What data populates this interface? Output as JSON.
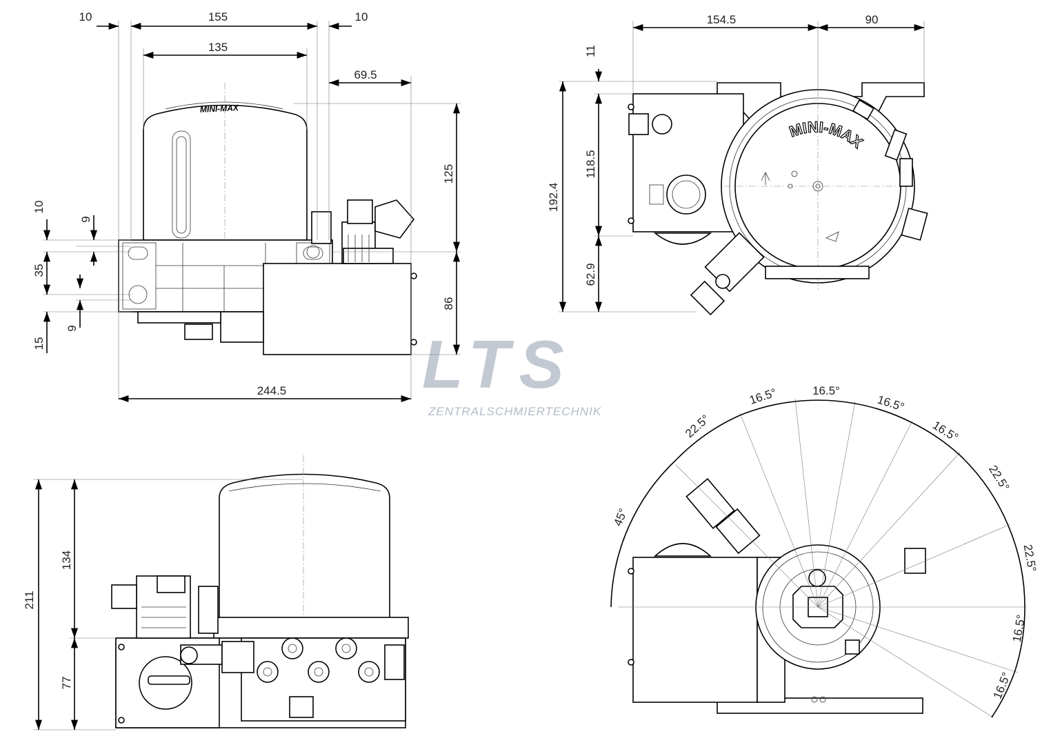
{
  "brand": {
    "logo_text": "LTS",
    "tagline": "ZENTRALSCHMIERTECHNIK",
    "logo_color": "#c2c9d3"
  },
  "product_label": "MINI-MAX",
  "dimensions": {
    "front": {
      "top_left_offset": "10",
      "overall_width_top": "155",
      "top_right_offset": "10",
      "reservoir_width": "135",
      "right_offset": "69.5",
      "reservoir_height": "125",
      "base_height": "86",
      "overall_width": "244.5",
      "left_10": "10",
      "left_9a": "9",
      "left_35": "35",
      "left_9b": "9",
      "left_15": "15"
    },
    "top": {
      "width_left": "154.5",
      "width_right": "90",
      "offset_11": "11",
      "depth_118": "118.5",
      "depth_total": "192.4",
      "depth_62": "62.9"
    },
    "side": {
      "total_height": "211",
      "reservoir_height": "134",
      "base_height": "77"
    },
    "angles": [
      "45°",
      "22.5°",
      "16.5°",
      "16.5°",
      "16.5°",
      "16.5°",
      "22.5°",
      "22.5°",
      "16.5°",
      "16.5°"
    ]
  }
}
